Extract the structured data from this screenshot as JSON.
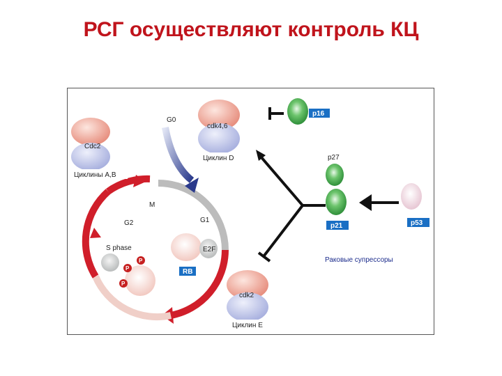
{
  "title": "РСГ осуществляют контроль КЦ",
  "diagram": {
    "cycle_phases": {
      "g0": "G0",
      "m": "M",
      "g1": "G1",
      "g2": "G2",
      "s_phase": "S phase"
    },
    "complexes": {
      "cdc2": "Cdc2",
      "cyclins_ab": "Циклины А,В",
      "cdk46": "cdk4,6",
      "cyclin_d": "Циклин D",
      "cdk2": "cdk2",
      "cyclin_e": "Циклин Е"
    },
    "proteins": {
      "rb": "RB",
      "e2f": "E2F",
      "phospho": "P"
    },
    "inhibitors": {
      "p16": "p16",
      "p27": "p27",
      "p21": "p21",
      "p53": "p53"
    },
    "suppressors_label": "Раковые супрессоры",
    "colors": {
      "title": "#c0141c",
      "arrow_red": "#d01e2a",
      "arrow_blue": "#2a3a8c",
      "tag_blue": "#1a6fc4",
      "green": "#3aa84a",
      "phospho_red": "#c62020"
    }
  }
}
